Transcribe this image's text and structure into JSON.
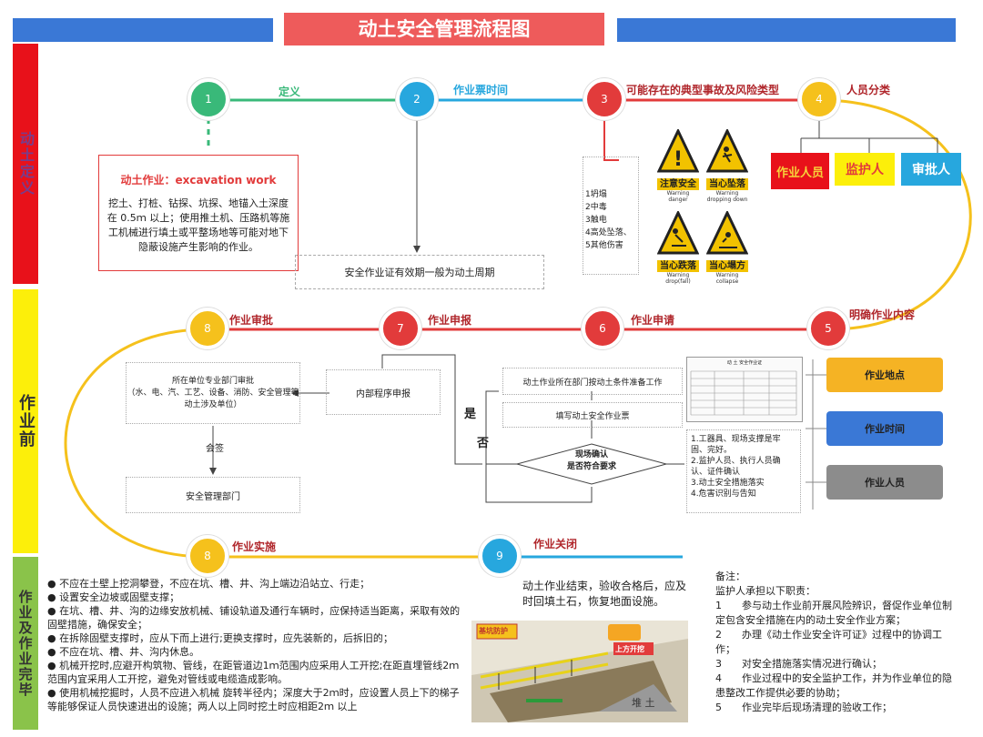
{
  "title": "动土安全管理流程图",
  "colors": {
    "blue": "#3a78d6",
    "red": "#e23b3b",
    "green": "#39b979",
    "yellow": "#f5c11c",
    "lightgreen": "#8ac34a",
    "cyan": "#27a7de"
  },
  "side_sections": [
    {
      "label": "动土定义",
      "color": "#e8111a"
    },
    {
      "label": "作业前",
      "color": "#fcef0a"
    },
    {
      "label": "作业及作业完毕",
      "color": "#8ac34a"
    }
  ],
  "steps": [
    {
      "num": "1",
      "label": "定义"
    },
    {
      "num": "2",
      "label": "作业票时间"
    },
    {
      "num": "3",
      "label": "可能存在的典型事故及风险类型"
    },
    {
      "num": "4",
      "label": "人员分类"
    },
    {
      "num": "5",
      "label": "明确作业内容"
    },
    {
      "num": "6",
      "label": "作业申请"
    },
    {
      "num": "7",
      "label": "作业申报"
    },
    {
      "num": "8",
      "label": "作业审批"
    },
    {
      "num": "8",
      "label": "作业实施"
    },
    {
      "num": "9",
      "label": "作业关闭"
    }
  ],
  "definition": {
    "heading": "动土作业：excavation work",
    "body": "挖土、打桩、钻探、坑探、地锚入土深度在 0.5ｍ 以上；使用推土机、压路机等施工机械进行填土或平整场地等可能对地下隐蔽设施产生影响的作业。"
  },
  "validity": "安全作业证有效期一般为动土周期",
  "risks": [
    "1坍塌",
    "2中毒",
    "3触电",
    "4高处坠落、",
    "5其他伤害"
  ],
  "warning_signs": [
    {
      "cap": "注意安全",
      "sub": "Warning danger"
    },
    {
      "cap": "当心坠落",
      "sub": "Warning dropping down"
    },
    {
      "cap": "当心跌落",
      "sub": "Warning drop(fall)"
    },
    {
      "cap": "当心塌方",
      "sub": "Warning collapse"
    }
  ],
  "roles": [
    {
      "label": "作业人员",
      "bg": "#e8111a",
      "fg": "#f7d23a"
    },
    {
      "label": "监护人",
      "bg": "#fcef0a",
      "fg": "#e23b3b"
    },
    {
      "label": "审批人",
      "bg": "#27a7de",
      "fg": "#fff"
    }
  ],
  "approval": {
    "dept": "所在单位专业部门审批\n（水、电、汽、工艺、设备、消防、安全管理等动土涉及单位）",
    "sign": "会签",
    "safety": "安全管理部门"
  },
  "internal": "内部程序申报",
  "application": {
    "prepare": "动土作业所在部门按动土条件准备工作",
    "fill": "填写动土安全作业票",
    "check": "现场确认\n是否符合要求",
    "yes": "是",
    "no": "否"
  },
  "check_items": [
    "1.工器具、现场支撑是牢固、完好。",
    "2.监护人员、执行人员确认、证件确认",
    "3.动土安全措施落实",
    "4.危害识别与告知"
  ],
  "form_title": "动 土 安全作业证",
  "content_pills": [
    {
      "label": "作业地点",
      "color": "#f5b324"
    },
    {
      "label": "作业时间",
      "color": "#3a78d6"
    },
    {
      "label": "作业人员",
      "color": "#8c8c8c"
    }
  ],
  "implementation": [
    "不应在土壁上挖洞攀登，不应在坑、槽、井、沟上端边沿站立、行走；",
    " 设置安全边坡或固壁支撑；",
    " 在坑、槽、井、沟的边缘安放机械、铺设轨道及通行车辆时，应保持适当距离，采取有效的固壁措施，确保安全；",
    "在拆除固壁支撑时，应从下而上进行;更换支撑时，应先装新的，后拆旧的；",
    "不应在坑、槽、井、沟内休息。",
    "机械开挖时,应避开构筑物、管线，在距管道边1ｍ范围内应采用人工开挖;在距直埋管线2ｍ范围内宜采用人工开挖，避免对管线或电缆造成影响。",
    "使用机械挖掘时，人员不应进入机械 旋转半径内；深度大于2ｍ时，应设置人员上下的梯子等能够保证人员快速进出的设施；两人以上同时挖土时应相距2ｍ 以上"
  ],
  "closure": "动土作业结束，验收合格后，应及时回填土石，恢复地面设施。",
  "illustration": {
    "sign1": "基坑防护",
    "sign2": "上方开挖",
    "block": "堆 土"
  },
  "notes": [
    "备注：",
    "监护人承担以下职责：",
    "1　　参与动土作业前开展风险辨识，督促作业单位制定包含安全措施在内的动土安全作业方案；",
    "2　　办理《动土作业安全许可证》过程中的协调工作；",
    "3　　对安全措施落实情况进行确认；",
    "4　　作业过程中的安全监护工作，并为作业单位的隐患整改工作提供必要的协助；",
    "5　　作业完毕后现场清理的验收工作；"
  ]
}
